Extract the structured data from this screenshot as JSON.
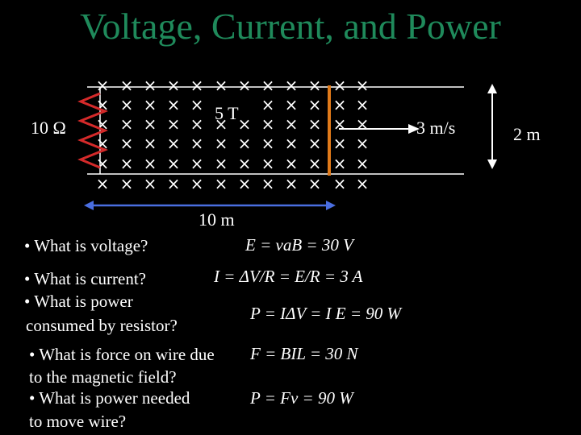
{
  "slide": {
    "title": "Voltage, Current, and Power"
  },
  "diagram": {
    "resistance_label": "10 Ω",
    "field_label": "5 T",
    "velocity_label": "3 m/s",
    "height_label": "2 m",
    "length_label": "10 m",
    "field_symbol": "×",
    "colors": {
      "title": "#1f8a5b",
      "resistor": "#d42a2a",
      "rod": "#e07a1a",
      "arrow_length": "#4a6ee0",
      "text": "#ffffff",
      "background": "#000000"
    }
  },
  "questions": {
    "q1": "• What is voltage?",
    "q2": "• What is current?",
    "q3_line1": "• What is power",
    "q3_line2": "consumed by resistor?",
    "q4_line1": "• What is force on wire due",
    "q4_line2": "to the magnetic  field?",
    "q5_line1": "• What is power needed",
    "q5_line2": "to move wire?"
  },
  "answers": {
    "a1": "E = vaB = 30 V",
    "a2": "I =  ΔV/R = E/R = 3 A",
    "a3": "P = IΔV = I E  = 90 W",
    "a4": "F = BIL = 30 N",
    "a5": "P = Fv = 90 W"
  }
}
